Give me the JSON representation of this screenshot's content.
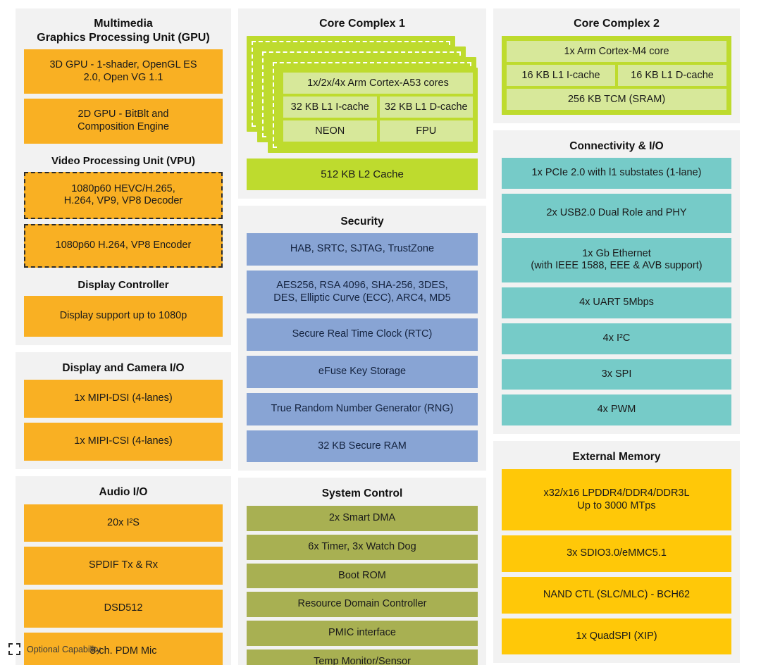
{
  "colors": {
    "orange": "#f9b023",
    "yellow": "#ffc808",
    "teal": "#76cbc8",
    "blue": "#88a4d4",
    "olive": "#a8b052",
    "green": "#bedb2e",
    "green_light": "#d7e89a",
    "panel_bg": "#f2f2f2"
  },
  "legend": {
    "icon": "dashed-square-icon",
    "label": "Optional Capability"
  },
  "column1": {
    "multimedia": {
      "title_line1": "Multimedia",
      "title_line2": "Graphics Processing Unit (GPU)",
      "blocks": [
        {
          "line1": "3D GPU - 1-shader, OpenGL ES",
          "line2": "2.0, Open VG 1.1"
        },
        {
          "line1": "2D GPU - BitBlt and",
          "line2": "Composition Engine"
        }
      ],
      "vpu_title": "Video Processing Unit (VPU)",
      "vpu_blocks": [
        {
          "line1": "1080p60 HEVC/H.265,",
          "line2": "H.264, VP9, VP8 Decoder",
          "optional": true
        },
        {
          "line1": "1080p60 H.264, VP8 Encoder",
          "line2": "",
          "optional": true
        }
      ],
      "display_title": "Display Controller",
      "display_blocks": [
        {
          "line1": "Display support up to 1080p",
          "line2": ""
        }
      ]
    },
    "display_camera_io": {
      "title": "Display and Camera I/O",
      "blocks": [
        "1x MIPI-DSI (4-lanes)",
        "1x MIPI-CSI (4-lanes)"
      ]
    },
    "audio_io": {
      "title": "Audio I/O",
      "blocks": [
        "20x I²S",
        "SPDIF Tx & Rx",
        "DSD512",
        "8-ch. PDM Mic"
      ]
    }
  },
  "column2": {
    "core_complex_1": {
      "title": "Core Complex 1",
      "stack_depth": 3,
      "core_cells": {
        "cores": "1x/2x/4x Arm Cortex-A53 cores",
        "l1_icache": "32 KB L1 I-cache",
        "l1_dcache": "32 KB L1 D-cache",
        "neon": "NEON",
        "fpu": "FPU"
      },
      "l2_cache": "512 KB L2 Cache"
    },
    "security": {
      "title": "Security",
      "blocks": [
        {
          "line1": "HAB, SRTC, SJTAG, TrustZone",
          "line2": ""
        },
        {
          "line1": "AES256, RSA 4096, SHA-256, 3DES,",
          "line2": "DES, Elliptic Curve (ECC), ARC4, MD5"
        },
        {
          "line1": "Secure Real Time Clock (RTC)",
          "line2": ""
        },
        {
          "line1": "eFuse Key Storage",
          "line2": ""
        },
        {
          "line1": "True Random Number Generator (RNG)",
          "line2": ""
        },
        {
          "line1": "32 KB Secure RAM",
          "line2": ""
        }
      ]
    },
    "system_control": {
      "title": "System Control",
      "blocks": [
        "2x Smart DMA",
        "6x Timer, 3x Watch Dog",
        "Boot ROM",
        "Resource Domain Controller",
        "PMIC interface",
        "Temp Monitor/Sensor"
      ]
    }
  },
  "column3": {
    "core_complex_2": {
      "title": "Core Complex 2",
      "cells": {
        "core": "1x Arm Cortex-M4 core",
        "l1_icache": "16 KB L1  I-cache",
        "l1_dcache": "16 KB L1 D-cache",
        "tcm": "256 KB TCM (SRAM)"
      }
    },
    "connectivity": {
      "title": "Connectivity & I/O",
      "blocks": [
        {
          "line1": "1x PCIe 2.0 with l1 substates (1-lane)",
          "line2": ""
        },
        {
          "line1": "2x USB2.0 Dual Role and PHY",
          "line2": ""
        },
        {
          "line1": "1x Gb Ethernet",
          "line2": "(with IEEE 1588, EEE & AVB support)"
        },
        {
          "line1": "4x UART 5Mbps",
          "line2": ""
        },
        {
          "line1": "4x I²C",
          "line2": ""
        },
        {
          "line1": "3x SPI",
          "line2": ""
        },
        {
          "line1": "4x PWM",
          "line2": ""
        }
      ]
    },
    "external_memory": {
      "title": "External Memory",
      "blocks": [
        {
          "line1": "x32/x16 LPDDR4/DDR4/DDR3L",
          "line2": "Up to 3000 MTps"
        },
        {
          "line1": "3x SDIO3.0/eMMC5.1",
          "line2": ""
        },
        {
          "line1": "NAND CTL (SLC/MLC) - BCH62",
          "line2": ""
        },
        {
          "line1": "1x QuadSPI (XIP)",
          "line2": ""
        }
      ]
    }
  }
}
